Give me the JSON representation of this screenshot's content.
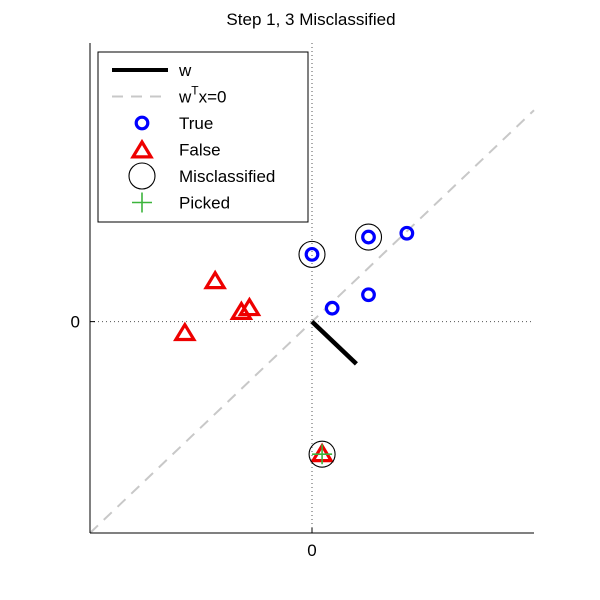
{
  "chart_data": {
    "type": "scatter",
    "title": "Step 1, 3 Misclassified",
    "xlabel": "",
    "ylabel": "",
    "xlim": [
      -1.1,
      1.1
    ],
    "ylim": [
      -1.1,
      1.45
    ],
    "xticks": [
      {
        "value": 0,
        "label": "0"
      }
    ],
    "yticks": [
      {
        "value": 0,
        "label": "0"
      }
    ],
    "grid": "dotted zero lines only",
    "legend_position": "top-left",
    "legend": [
      {
        "key": "w",
        "label": "w",
        "style": "black-solid-line"
      },
      {
        "key": "boundary",
        "label": "x=0",
        "prefix": "w",
        "superscript": "T",
        "style": "gray-dashed-line"
      },
      {
        "key": "true",
        "label": "True",
        "style": "blue-circle-marker"
      },
      {
        "key": "false",
        "label": "False",
        "style": "red-triangle-marker"
      },
      {
        "key": "misclassified",
        "label": "Misclassified",
        "style": "black-large-circle"
      },
      {
        "key": "picked",
        "label": "Picked",
        "style": "green-plus-marker"
      }
    ],
    "series": [
      {
        "name": "w",
        "kind": "line",
        "color": "#000000",
        "points": [
          {
            "x": 0.0,
            "y": 0.0
          },
          {
            "x": 0.22,
            "y": -0.22
          }
        ]
      },
      {
        "name": "wTx=0",
        "kind": "dashed-line",
        "color": "#c8c8c8",
        "points": [
          {
            "x": -1.1,
            "y": -1.1
          },
          {
            "x": 1.1,
            "y": 1.1
          }
        ]
      },
      {
        "name": "True",
        "kind": "points",
        "color": "#0000ff",
        "points": [
          {
            "x": 0.0,
            "y": 0.35
          },
          {
            "x": 0.28,
            "y": 0.44
          },
          {
            "x": 0.47,
            "y": 0.46
          },
          {
            "x": 0.28,
            "y": 0.14
          },
          {
            "x": 0.1,
            "y": 0.07
          }
        ]
      },
      {
        "name": "False",
        "kind": "points",
        "color": "#ee0000",
        "points": [
          {
            "x": -0.48,
            "y": 0.21
          },
          {
            "x": -0.31,
            "y": 0.07
          },
          {
            "x": -0.35,
            "y": 0.05
          },
          {
            "x": -0.63,
            "y": -0.06
          },
          {
            "x": 0.05,
            "y": -0.69
          }
        ]
      },
      {
        "name": "Misclassified",
        "kind": "points",
        "color": "#000000",
        "points": [
          {
            "x": 0.0,
            "y": 0.35
          },
          {
            "x": 0.28,
            "y": 0.44
          },
          {
            "x": 0.05,
            "y": -0.69
          }
        ]
      },
      {
        "name": "Picked",
        "kind": "points",
        "color": "#3cb43c",
        "points": [
          {
            "x": 0.05,
            "y": -0.69
          }
        ]
      }
    ]
  }
}
